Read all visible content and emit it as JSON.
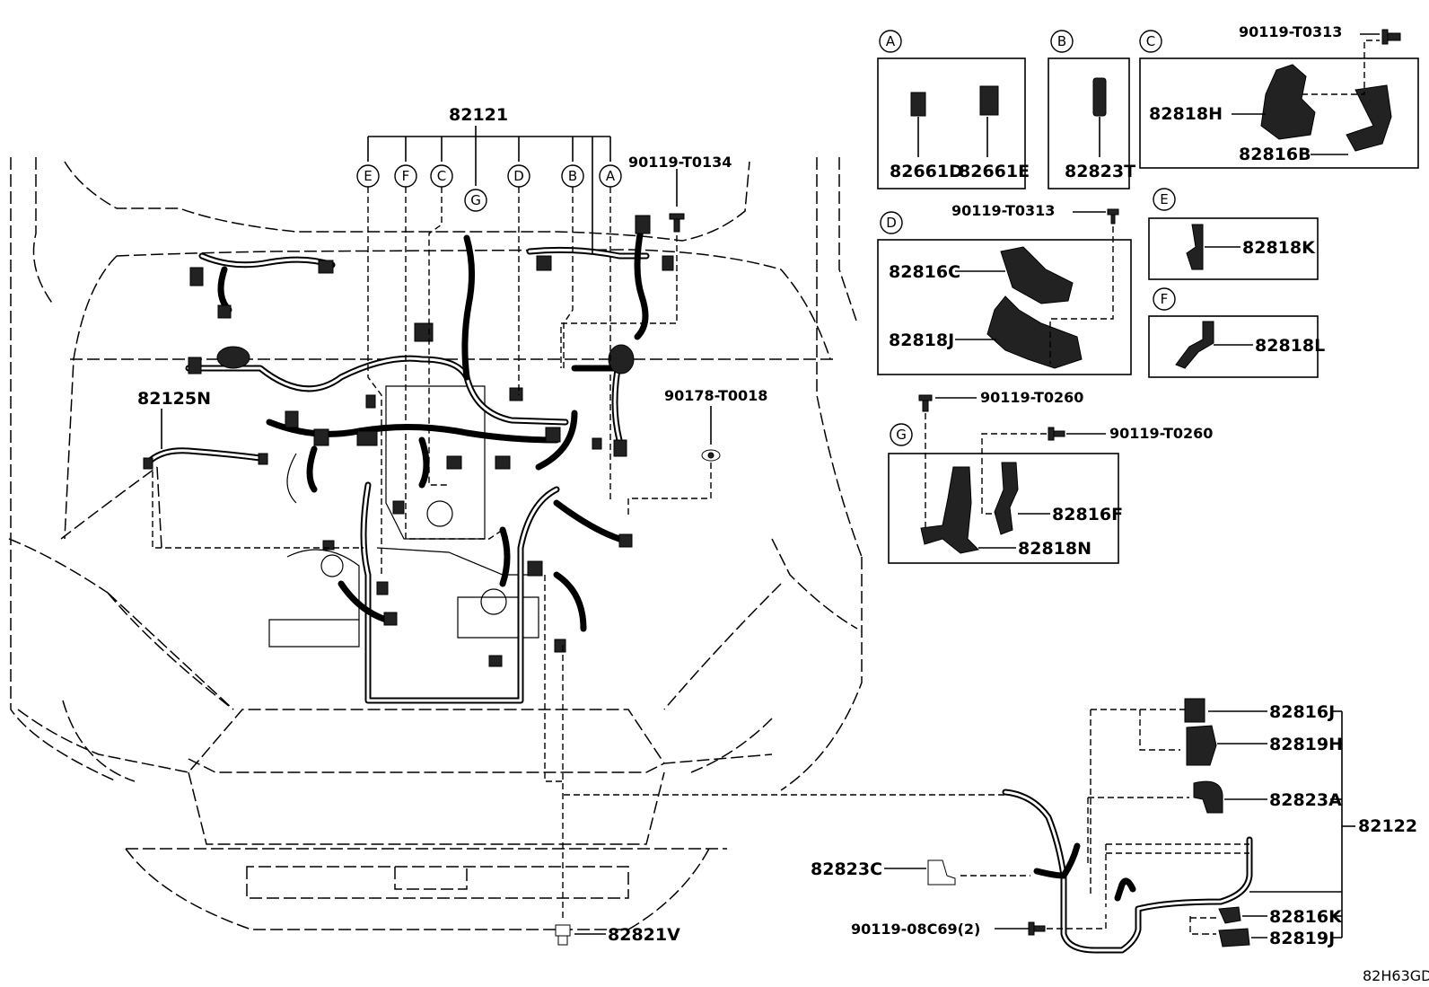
{
  "main_harness": {
    "part_no": "82121"
  },
  "harness_letters": [
    "E",
    "F",
    "C",
    "G",
    "D",
    "B",
    "A"
  ],
  "main_labels": {
    "bolt_top": "90119-T0134",
    "harness_left": "82125N",
    "clip": "90178-T0018",
    "bottom_clip": "82821V"
  },
  "detail_A": {
    "letter": "A",
    "parts": [
      "82661D",
      "82661E"
    ]
  },
  "detail_B": {
    "letter": "B",
    "parts": [
      "82823T"
    ]
  },
  "detail_C": {
    "letter": "C",
    "bolt": "90119-T0313",
    "parts": [
      "82818H",
      "82816B"
    ]
  },
  "detail_D": {
    "letter": "D",
    "bolt": "90119-T0313",
    "parts": [
      "82816C",
      "82818J"
    ]
  },
  "detail_E": {
    "letter": "E",
    "parts": [
      "82818K"
    ]
  },
  "detail_F": {
    "letter": "F",
    "parts": [
      "82818L"
    ]
  },
  "detail_G": {
    "letter": "G",
    "bolt_top": "90119-T0260",
    "bolt_right": "90119-T0260",
    "parts": [
      "82816F",
      "82818N"
    ]
  },
  "sub_harness": {
    "part_no": "82122",
    "parts": [
      "82816J",
      "82819H",
      "82823A",
      "82816K",
      "82819J"
    ],
    "left_parts": [
      "82823C",
      "90119-08C69(2)"
    ]
  },
  "diagram_code": "82H63GD"
}
